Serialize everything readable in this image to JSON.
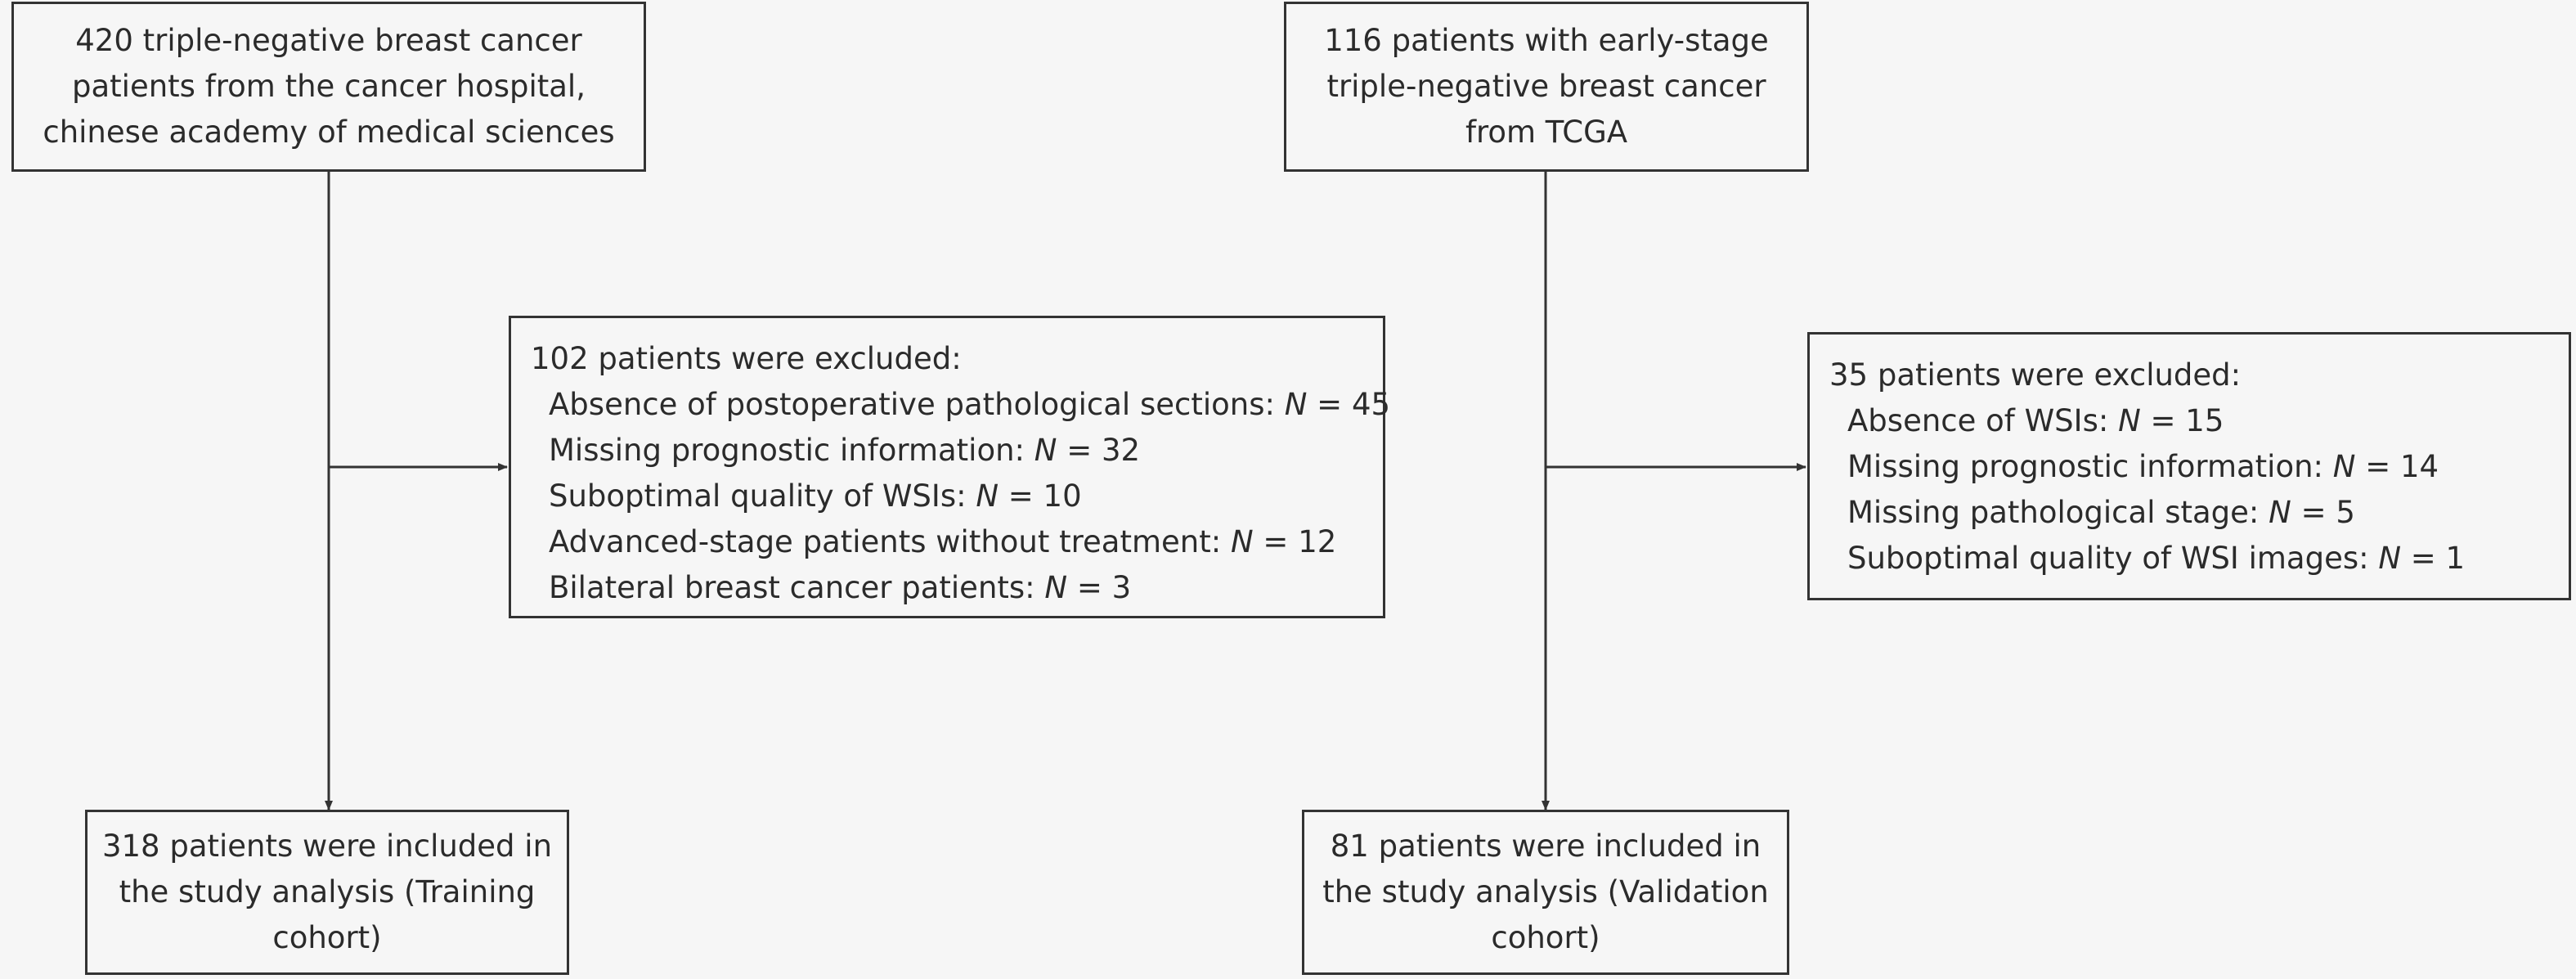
{
  "left_column": {
    "source_box": {
      "lines": [
        "420 triple-negative breast cancer",
        "patients from the cancer hospital,",
        "chinese academy of medical sciences"
      ]
    },
    "exclusion_box": {
      "heading": "102 patients were excluded:",
      "items": [
        {
          "text": "Absence of postoperative pathological sections: ",
          "n_label": "N",
          "n_value": " = 45"
        },
        {
          "text": "Missing prognostic information: ",
          "n_label": "N",
          "n_value": " = 32"
        },
        {
          "text": "Suboptimal quality of WSIs: ",
          "n_label": "N",
          "n_value": " = 10"
        },
        {
          "text": "Advanced-stage patients without treatment: ",
          "n_label": "N",
          "n_value": " = 12"
        },
        {
          "text": "Bilateral breast cancer patients: ",
          "n_label": "N",
          "n_value": " = 3"
        }
      ]
    },
    "result_box": {
      "lines": [
        "318 patients were included in",
        "the study analysis (Training",
        "cohort)"
      ]
    }
  },
  "right_column": {
    "source_box": {
      "lines": [
        "116 patients with early-stage",
        "triple-negative breast cancer",
        "from TCGA"
      ]
    },
    "exclusion_box": {
      "heading": "35 patients were excluded:",
      "items": [
        {
          "text": "Absence of WSIs: ",
          "n_label": "N",
          "n_value": " = 15"
        },
        {
          "text": "Missing prognostic information: ",
          "n_label": "N",
          "n_value": " = 14"
        },
        {
          "text": "Missing pathological stage: ",
          "n_label": "N",
          "n_value": " = 5"
        },
        {
          "text": "Suboptimal quality of WSI images: ",
          "n_label": "N",
          "n_value": " = 1"
        }
      ]
    },
    "result_box": {
      "lines": [
        "81 patients were included in",
        "the study analysis (Validation",
        "cohort)"
      ]
    }
  }
}
